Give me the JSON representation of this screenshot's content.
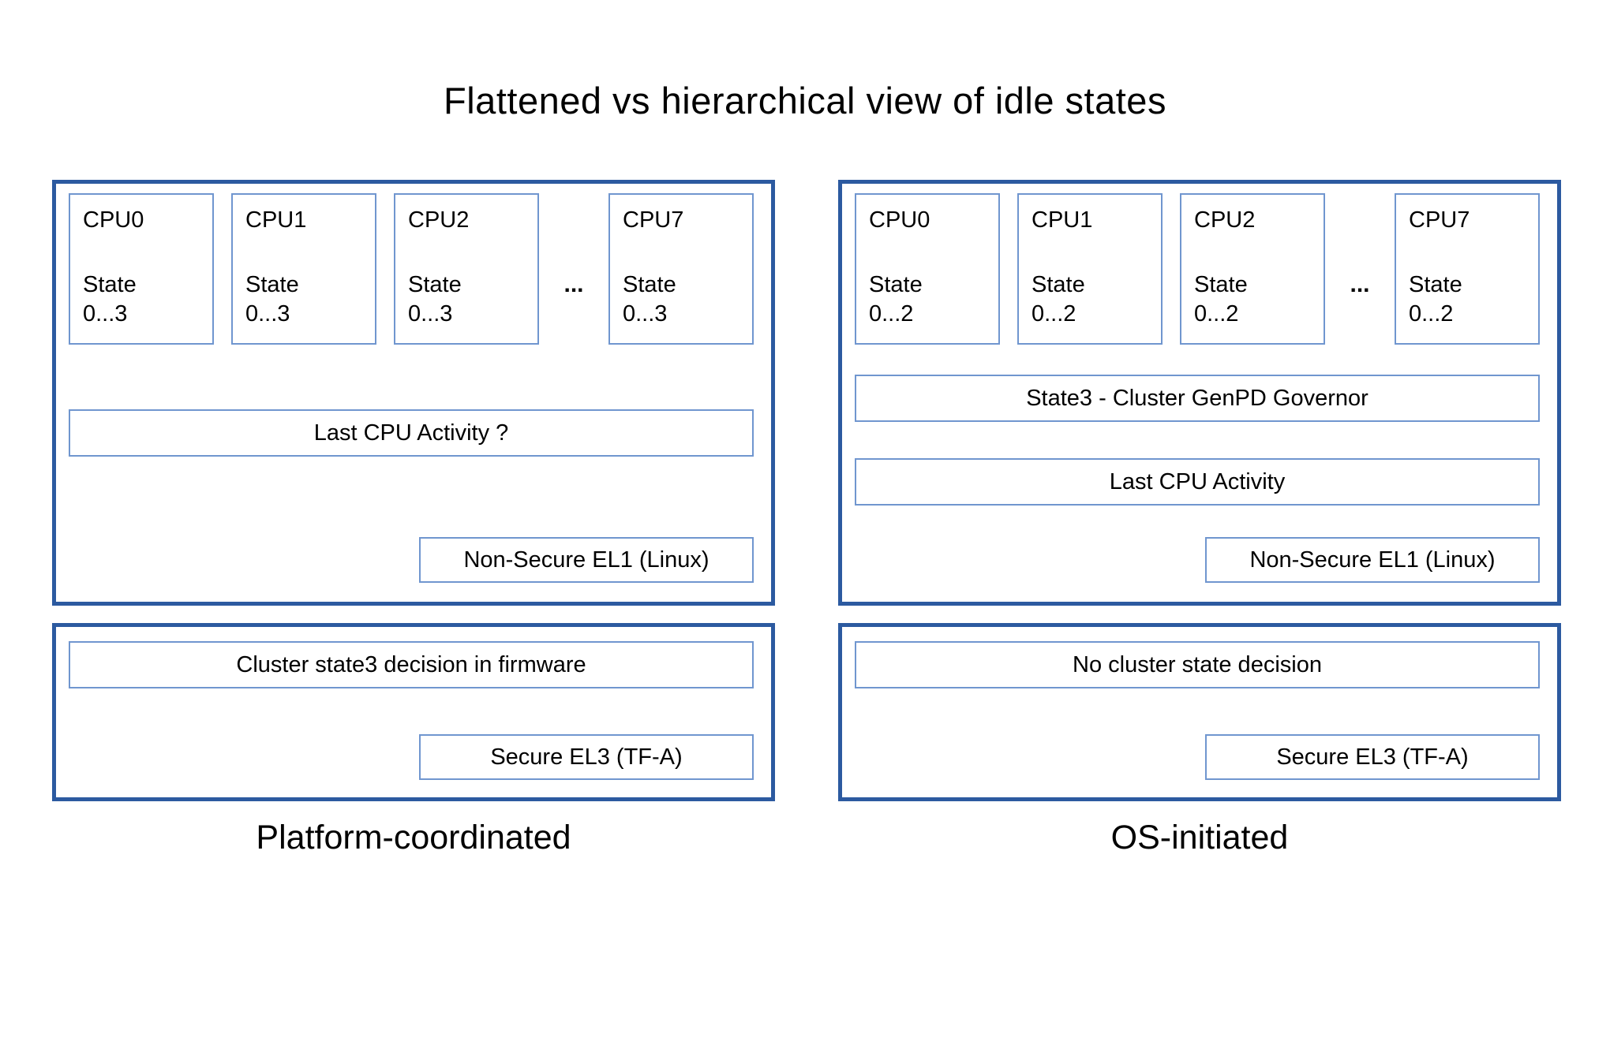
{
  "title": "Flattened vs hierarchical view of idle states",
  "colors": {
    "outer_border": "#2c5aa0",
    "inner_border": "#7096cf",
    "text": "#000000",
    "background": "#ffffff"
  },
  "panels": [
    {
      "caption": "Platform-coordinated",
      "ellipsis": "...",
      "cpus": [
        {
          "name": "CPU0",
          "state": "State",
          "range": "0...3"
        },
        {
          "name": "CPU1",
          "state": "State",
          "range": "0...3"
        },
        {
          "name": "CPU2",
          "state": "State",
          "range": "0...3"
        },
        {
          "name": "CPU7",
          "state": "State",
          "range": "0...3"
        }
      ],
      "activity_label": "Last CPU Activity ?",
      "el1_label": "Non-Secure EL1 (Linux)",
      "firmware_label": "Cluster state3 decision in firmware",
      "el3_label": "Secure EL3 (TF-A)"
    },
    {
      "caption": "OS-initiated",
      "ellipsis": "...",
      "cpus": [
        {
          "name": "CPU0",
          "state": "State",
          "range": "0...2"
        },
        {
          "name": "CPU1",
          "state": "State",
          "range": "0...2"
        },
        {
          "name": "CPU2",
          "state": "State",
          "range": "0...2"
        },
        {
          "name": "CPU7",
          "state": "State",
          "range": "0...2"
        }
      ],
      "governor_label": "State3 - Cluster GenPD Governor",
      "activity_label": "Last CPU Activity",
      "el1_label": "Non-Secure EL1 (Linux)",
      "firmware_label": "No cluster state decision",
      "el3_label": "Secure EL3 (TF-A)"
    }
  ]
}
